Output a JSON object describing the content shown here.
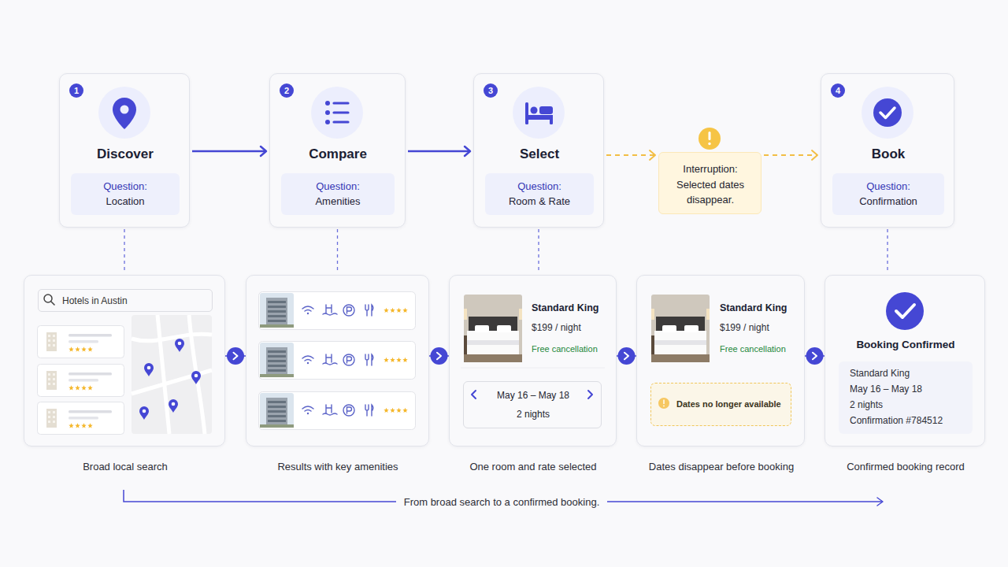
{
  "diagram": {
    "caption": "From broad search to a confirmed booking.",
    "nodes": [
      {
        "text": [
          "Discover"
        ]
      },
      {
        "text": [
          "1"
        ],
        "in": 0
      },
      {
        "text": [
          "Question:",
          "Location"
        ],
        "in": 0
      },
      {
        "text": [
          "Compare"
        ]
      },
      {
        "text": [
          "2"
        ],
        "in": 3
      },
      {
        "text": [
          "Question:",
          "Amenities"
        ],
        "in": 3
      },
      {
        "text": [
          "Select"
        ]
      },
      {
        "text": [
          "3"
        ],
        "in": 6
      },
      {
        "text": [
          "Question:",
          "Room & Rate"
        ],
        "in": 6
      },
      {
        "text": [
          "Interruption:",
          "Selected dates disappear."
        ]
      },
      {
        "text": [
          "Book"
        ]
      },
      {
        "text": [
          "4"
        ],
        "in": 10
      },
      {
        "text": [
          "Question:",
          "Confirmation"
        ],
        "in": 10
      },
      {
        "text": [
          "Broad local search"
        ]
      },
      {
        "text": [
          "Hotels in Austin"
        ],
        "in": 13
      },
      {
        "text": [
          "Results with key amenities"
        ]
      },
      {
        "text": [
          "Standard King",
          "$199 / night",
          "Free cancellation",
          "One room and rate selected"
        ]
      },
      {
        "text": [
          "May 16 – May 18",
          "2 nights"
        ],
        "in": 16
      },
      {
        "text": [
          "Standard King",
          "$199 / night",
          "Free cancellation",
          "Dates disappear before booking"
        ]
      },
      {
        "text": [
          "Dates no longer available"
        ],
        "in": 18
      },
      {
        "text": [
          "Booking Confirmed",
          "Confirmed booking record"
        ]
      },
      {
        "text": [
          "Standard King",
          "May 16 – May 18",
          "2 nights",
          "Confirmation #784512"
        ],
        "in": 20
      }
    ],
    "edges": [
      {
        "from": 0,
        "to": 3,
        "arrow": "to"
      },
      {
        "from": 3,
        "to": 6,
        "arrow": "to"
      },
      {
        "from": 6,
        "to": 9,
        "arrow": "to"
      },
      {
        "from": 9,
        "to": 10,
        "arrow": "to"
      },
      {
        "from": 0,
        "to": 13,
        "arrow": "none"
      },
      {
        "from": 3,
        "to": 15,
        "arrow": "none"
      },
      {
        "from": 6,
        "to": 16,
        "arrow": "none"
      },
      {
        "from": 10,
        "to": 20,
        "arrow": "none"
      },
      {
        "from": 13,
        "to": 15,
        "arrow": "to"
      },
      {
        "from": 15,
        "to": 16,
        "arrow": "to"
      },
      {
        "from": 16,
        "to": 18,
        "arrow": "to"
      },
      {
        "from": 18,
        "to": 20,
        "arrow": "to"
      }
    ]
  }
}
